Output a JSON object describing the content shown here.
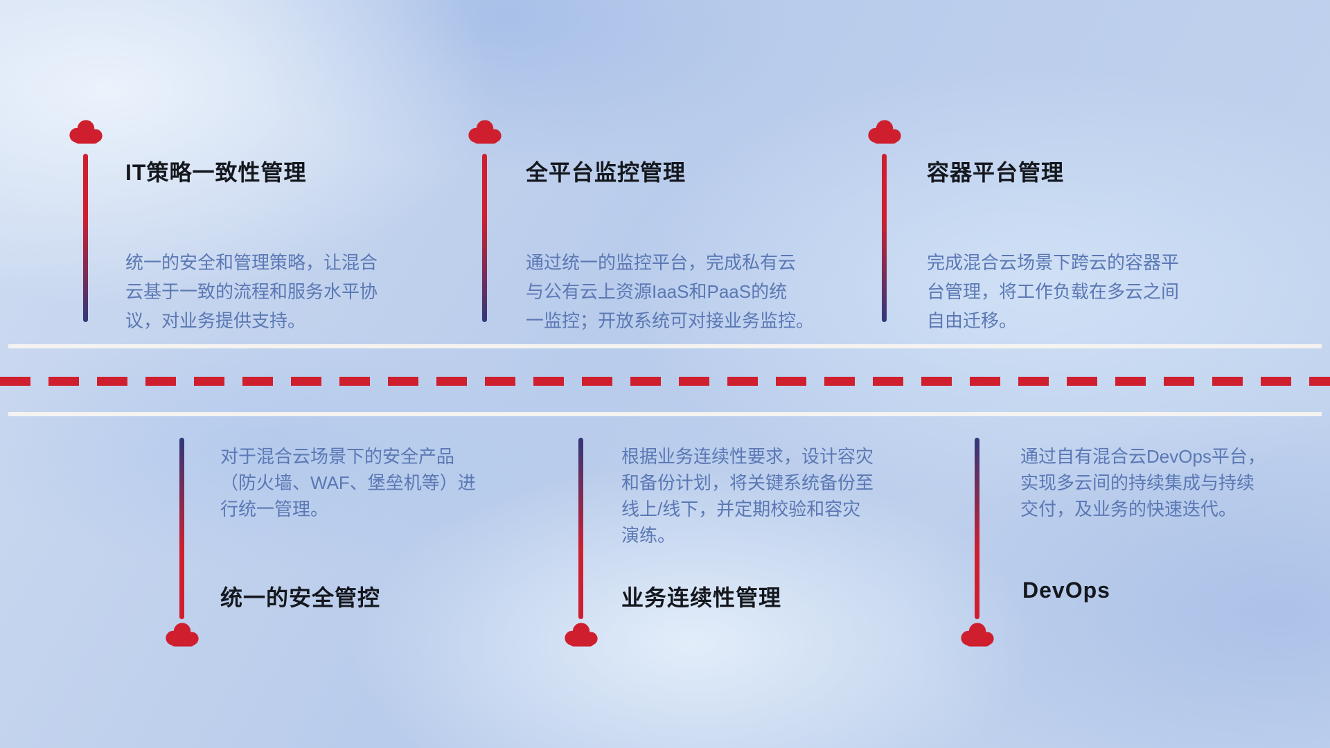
{
  "theme": {
    "accent_red": "#cf1f2e",
    "line_navy": "#30387a",
    "title_color": "#14171d",
    "desc_color": "#5b78b4",
    "road_white": "#f7f4f0"
  },
  "top_items": [
    {
      "title": "IT策略一致性管理",
      "desc": [
        "统一的安全和管理策略，让混合",
        "云基于一致的流程和服务水平协",
        "议，对业务提供支持。"
      ]
    },
    {
      "title": "全平台监控管理",
      "desc": [
        "通过统一的监控平台，完成私有云",
        "与公有云上资源IaaS和PaaS的统",
        "一监控；开放系统可对接业务监控。"
      ]
    },
    {
      "title": "容器平台管理",
      "desc": [
        "完成混合云场景下跨云的容器平",
        "台管理，将工作负载在多云之间",
        "自由迁移。"
      ]
    }
  ],
  "bottom_items": [
    {
      "title": "统一的安全管控",
      "desc": [
        "对于混合云场景下的安全产品",
        "（防火墙、WAF、堡垒机等）进",
        "行统一管理。"
      ]
    },
    {
      "title": "业务连续性管理",
      "desc": [
        "根据业务连续性要求，设计容灾",
        "和备份计划，将关键系统备份至",
        "线上/线下，并定期校验和容灾",
        "演练。"
      ]
    },
    {
      "title": "DevOps",
      "desc": [
        "通过自有混合云DevOps平台，",
        "实现多云间的持续集成与持续",
        "交付，及业务的快速迭代。"
      ]
    }
  ]
}
